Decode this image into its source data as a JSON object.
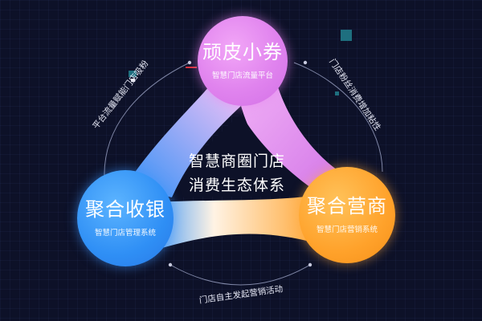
{
  "diagram": {
    "center": {
      "line1": "智慧商圈门店",
      "line2": "消费生态体系"
    },
    "nodes": {
      "top": {
        "title": "顽皮小券",
        "subtitle": "智慧门店流量平台"
      },
      "left": {
        "title": "聚合收银",
        "subtitle": "智慧门店管理系统"
      },
      "right": {
        "title": "聚合营商",
        "subtitle": "智慧门店营销系统"
      }
    },
    "annotations": {
      "left": "平台流量赋能门店吸粉",
      "right": "门店粉丝消费增加粘性",
      "bottom": "门店自主发起营销活动"
    }
  },
  "colors": {
    "background": "#0d1128",
    "top_node": "#e083ee",
    "left_node": "#2f8ff5",
    "right_node": "#ffa22b",
    "accent_teal": "#1e6f7f",
    "accent_red": "#d6323c"
  }
}
